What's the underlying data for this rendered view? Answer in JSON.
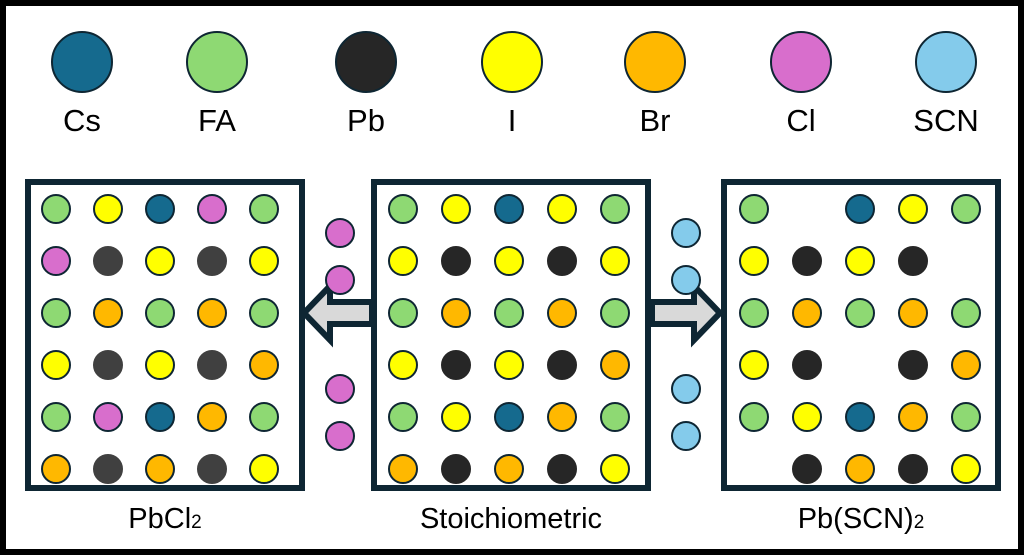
{
  "legend": [
    {
      "key": "Cs",
      "label": "Cs",
      "color": "#156a8e"
    },
    {
      "key": "FA",
      "label": "FA",
      "color": "#8ed973"
    },
    {
      "key": "Pb",
      "label": "Pb",
      "color": "#262626"
    },
    {
      "key": "I",
      "label": "I",
      "color": "#ffff00"
    },
    {
      "key": "Br",
      "label": "Br",
      "color": "#ffb800"
    },
    {
      "key": "Cl",
      "label": "Cl",
      "color": "#d86ecc"
    },
    {
      "key": "SCN",
      "label": "SCN",
      "color": "#84cbeb"
    }
  ],
  "outline_color": "#0e2633",
  "arrow_fill": "#d9d9d9",
  "panels": [
    {
      "name": "pbcl2",
      "label_main": "PbCl",
      "label_sub": "2",
      "label_tail": "",
      "pb_color": "#404040",
      "grid": [
        [
          "FA",
          "I",
          "Cs",
          "Cl",
          "FA"
        ],
        [
          "Cl",
          "Pb",
          "I",
          "Pb",
          "I"
        ],
        [
          "FA",
          "Br",
          "FA",
          "Br",
          "FA"
        ],
        [
          "I",
          "Pb",
          "I",
          "Pb",
          "Br"
        ],
        [
          "FA",
          "Cl",
          "Cs",
          "Br",
          "FA"
        ],
        [
          "Br",
          "Pb",
          "Br",
          "Pb",
          "I"
        ]
      ]
    },
    {
      "name": "stoichiometric",
      "label_main": "Stoichiometric",
      "label_sub": "",
      "label_tail": "",
      "grid": [
        [
          "FA",
          "I",
          "Cs",
          "I",
          "FA"
        ],
        [
          "I",
          "Pb",
          "I",
          "Pb",
          "I"
        ],
        [
          "FA",
          "Br",
          "FA",
          "Br",
          "FA"
        ],
        [
          "I",
          "Pb",
          "I",
          "Pb",
          "Br"
        ],
        [
          "FA",
          "I",
          "Cs",
          "Br",
          "FA"
        ],
        [
          "Br",
          "Pb",
          "Br",
          "Pb",
          "I"
        ]
      ]
    },
    {
      "name": "pbscn2",
      "label_main": "Pb(SCN)",
      "label_sub": "2",
      "label_tail": "",
      "grid": [
        [
          "FA",
          "",
          "Cs",
          "I",
          "FA"
        ],
        [
          "I",
          "Pb",
          "I",
          "Pb",
          ""
        ],
        [
          "FA",
          "Br",
          "FA",
          "Br",
          "FA"
        ],
        [
          "I",
          "Pb",
          "",
          "Pb",
          "Br"
        ],
        [
          "FA",
          "I",
          "Cs",
          "Br",
          "FA"
        ],
        [
          "",
          "Pb",
          "Br",
          "Pb",
          "I"
        ]
      ]
    }
  ],
  "transfers": [
    {
      "name": "chloride-ions",
      "ion": "Cl",
      "count": 4,
      "direction": "left"
    },
    {
      "name": "thiocyanate-ions",
      "ion": "SCN",
      "count": 4,
      "direction": "right"
    }
  ]
}
